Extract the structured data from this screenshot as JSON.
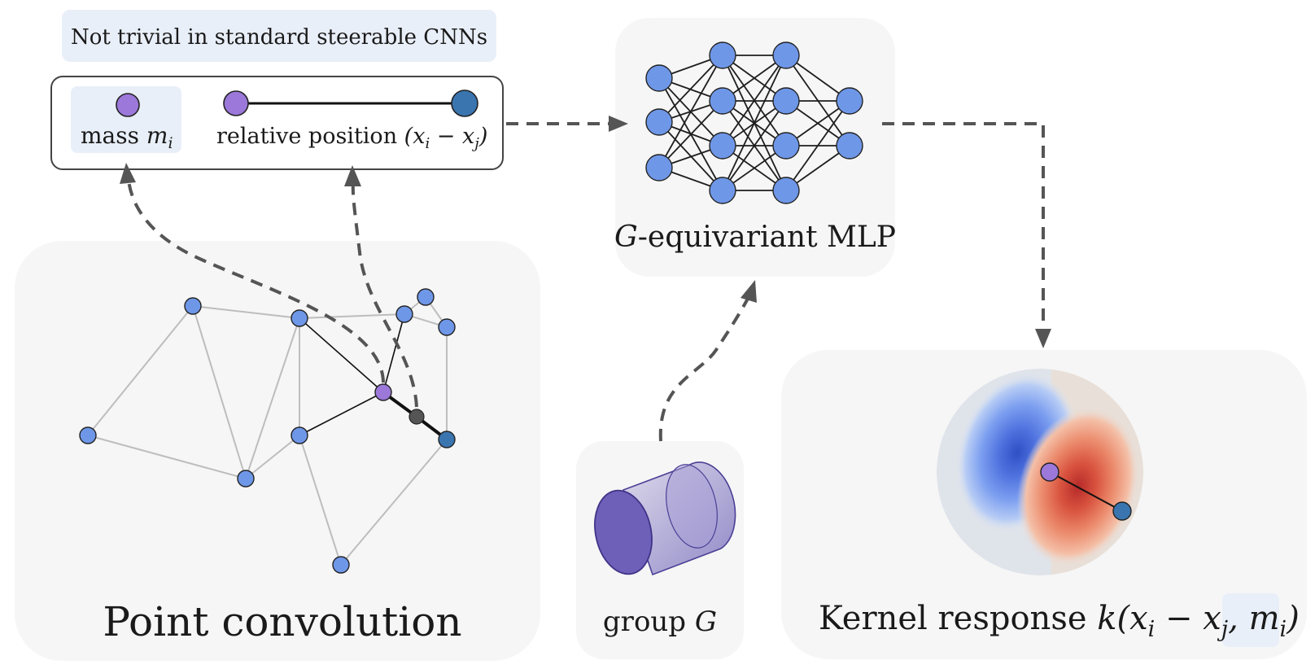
{
  "header": {
    "note": "Not trivial in standard steerable CNNs"
  },
  "inputs": {
    "mass_label": "mass",
    "mass_symbol": "m",
    "mass_sub": "i",
    "relpos_label": "relative position",
    "relpos_expr": "(x",
    "relpos_sub_i": "i",
    "relpos_minus": " − x",
    "relpos_sub_j": "j",
    "relpos_close": ")"
  },
  "mlp": {
    "label_symbol": "G",
    "label_text": "-equivariant MLP"
  },
  "point_conv": {
    "title": "Point convolution"
  },
  "group": {
    "label_text": "group ",
    "label_symbol": "G"
  },
  "kernel": {
    "label_text": "Kernel response ",
    "label_expr": "k(x",
    "sub_i": "i",
    "minus": " − x",
    "sub_j": "j",
    "comma": ", ",
    "mass": "m",
    "mass_sub": "i",
    "close": ")"
  },
  "colors": {
    "node_blue": "#6f97e8",
    "node_purple": "#9b78d9",
    "node_dark_blue": "#3a75b0",
    "highlight_bg": "#e9eff8"
  }
}
